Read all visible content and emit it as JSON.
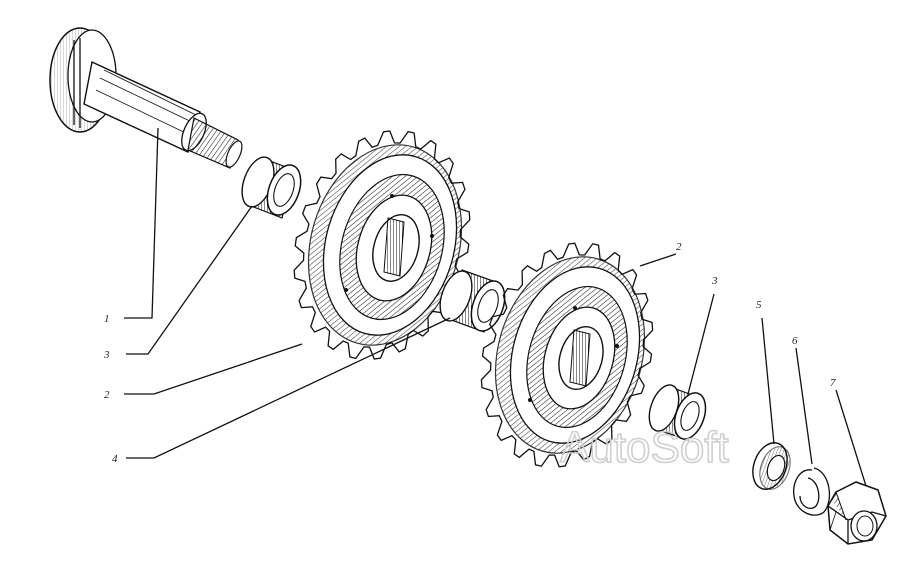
{
  "diagram": {
    "labels": [
      "1",
      "3",
      "2",
      "4",
      "2",
      "3",
      "5",
      "6",
      "7"
    ]
  },
  "watermark": {
    "text": "AutoSoft"
  }
}
